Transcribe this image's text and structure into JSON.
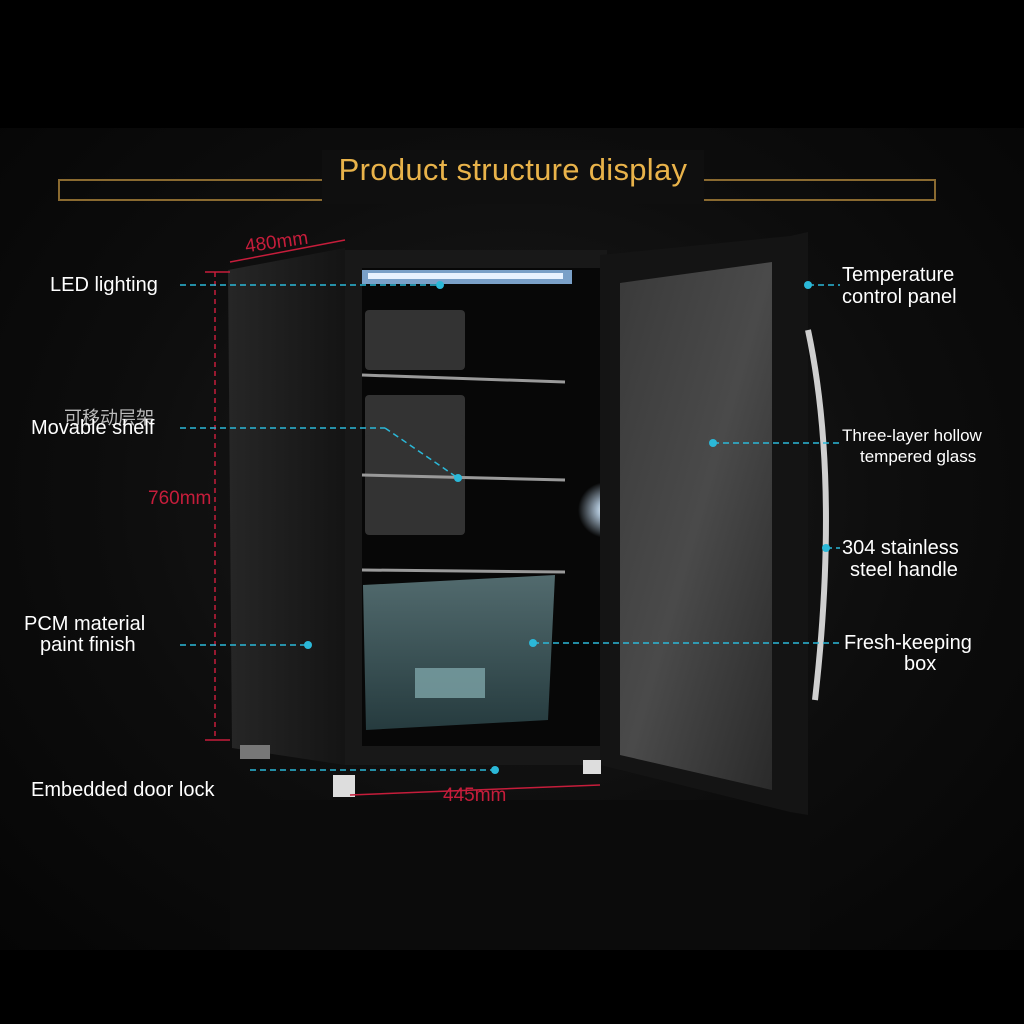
{
  "title": "Product structure display",
  "labels": {
    "led_lighting": "LED lighting",
    "movable_shelf": "Movable shelf",
    "movable_shelf_overlay": "可移动层架",
    "pcm_line1": "PCM material",
    "pcm_line2": "paint finish",
    "door_lock": "Embedded door lock",
    "temp_line1": "Temperature",
    "temp_line2": "control panel",
    "glass_line1": "Three-layer hollow",
    "glass_line2": "tempered glass",
    "handle_line1": "304 stainless",
    "handle_line2": "steel handle",
    "box_line1": "Fresh-keeping",
    "box_line2": "box"
  },
  "dimensions": {
    "depth": "480mm",
    "height": "760mm",
    "width": "445mm"
  },
  "colors": {
    "title": "#e9b34a",
    "frame": "#8a6a30",
    "leader": "#2bb8d8",
    "dimension": "#c61d3b",
    "text": "#ffffff"
  }
}
